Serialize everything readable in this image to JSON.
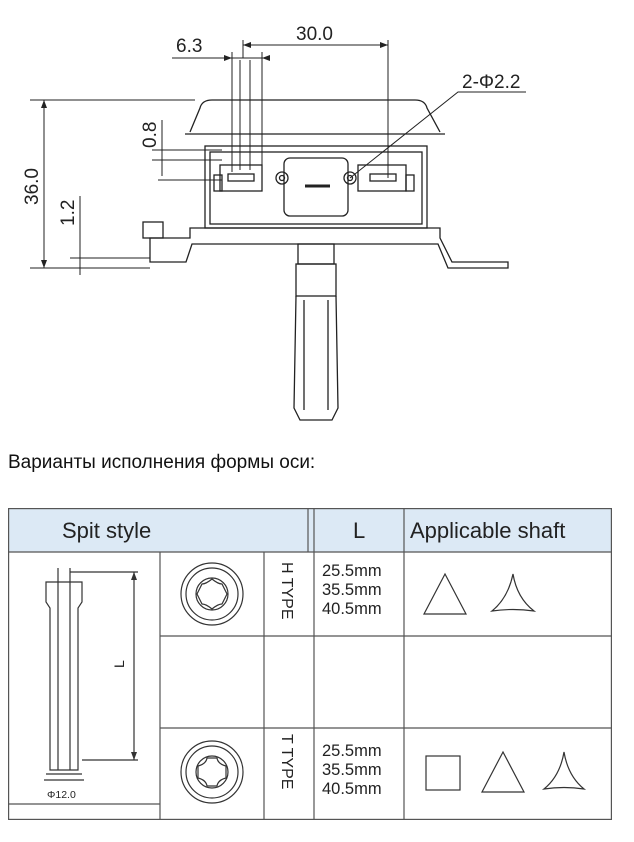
{
  "drawing": {
    "dim_6_3": "6.3",
    "dim_30_0": "30.0",
    "dim_hole": "2-Φ2.2",
    "dim_0_8": "0.8",
    "dim_36_0": "36.0",
    "dim_1_2": "1.2"
  },
  "caption": "Варианты исполнения формы  оси:",
  "table": {
    "headers": [
      "Spit style",
      "L",
      "Applicable shaft"
    ],
    "shaft_length_label": "L",
    "shaft_diameter_label": "Φ12.0",
    "rows": [
      {
        "type_label": "H TYPE",
        "lengths": [
          "25.5mm",
          "35.5mm",
          "40.5mm"
        ],
        "shafts": [
          "triangle-icon",
          "rounded-triangle-icon"
        ]
      },
      {
        "type_label": "T TYPE",
        "lengths": [
          "25.5mm",
          "35.5mm",
          "40.5mm"
        ],
        "shafts": [
          "square-icon",
          "triangle-icon",
          "rounded-triangle-icon"
        ]
      }
    ],
    "colors": {
      "header_bg": "#dce9f5",
      "border": "#555555"
    }
  }
}
